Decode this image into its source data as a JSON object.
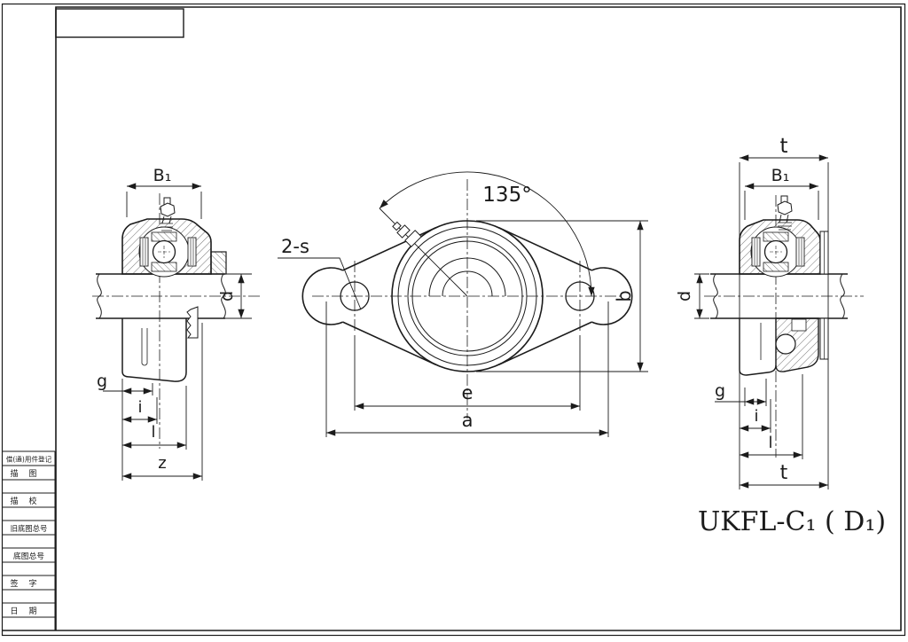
{
  "sheet": {
    "bg": "#ffffff",
    "line_color": "#1b1b1b"
  },
  "part_title": "UKFL-C₁ ( D₁)",
  "dim_labels": {
    "b1": "B₁",
    "d": "d",
    "g": "g",
    "i": "i",
    "l": "l",
    "z": "z",
    "t": "t",
    "e": "e",
    "a": "a",
    "b": "b",
    "holes": "2-s",
    "angle": "135°"
  },
  "title_block": {
    "rows": [
      {
        "label": "借(通)用件登记"
      },
      {
        "label": "描图"
      },
      {
        "label": "描校"
      },
      {
        "label": "旧底图总号"
      },
      {
        "label": "底图总号"
      },
      {
        "label": "签字"
      },
      {
        "label": "日期"
      }
    ]
  }
}
